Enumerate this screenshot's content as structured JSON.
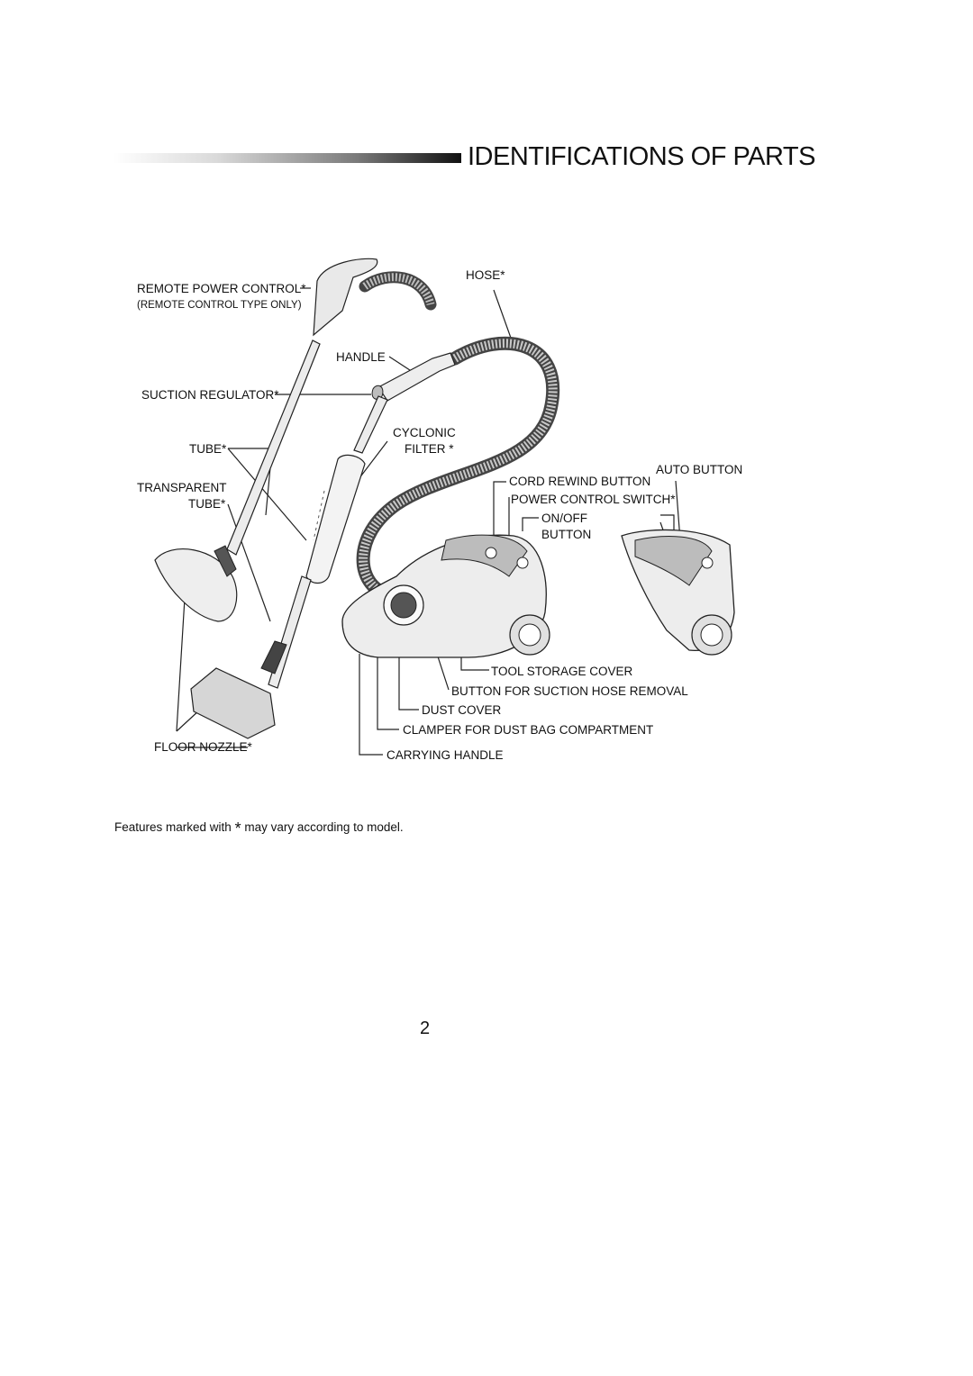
{
  "header": {
    "title": "IDENTIFICATIONS OF PARTS"
  },
  "labels": {
    "remote_power_control": "REMOTE POWER CONTROL*",
    "remote_control_type_only": "(REMOTE CONTROL TYPE ONLY)",
    "hose": "HOSE*",
    "handle": "HANDLE",
    "suction_regulator": "SUCTION REGULATOR*",
    "cyclonic": "CYCLONIC",
    "filter": "FILTER *",
    "tube": "TUBE*",
    "transparent": "TRANSPARENT",
    "transparent_tube": "TUBE*",
    "cord_rewind_button": "CORD REWIND BUTTON",
    "auto_button": "AUTO BUTTON",
    "power_control_switch": "POWER CONTROL SWITCH*",
    "on_off": "ON/OFF",
    "button": "BUTTON",
    "tool_storage_cover": "TOOL STORAGE COVER",
    "button_suction_hose_removal": "BUTTON FOR SUCTION HOSE REMOVAL",
    "dust_cover": "DUST COVER",
    "clamper": "CLAMPER FOR DUST BAG COMPARTMENT",
    "floor_nozzle": "FLOOR NOZZLE*",
    "carrying_handle": "CARRYING HANDLE"
  },
  "footnote": {
    "before": "Features marked with",
    "star": "*",
    "after": "may vary according to model."
  },
  "page_number": "2"
}
